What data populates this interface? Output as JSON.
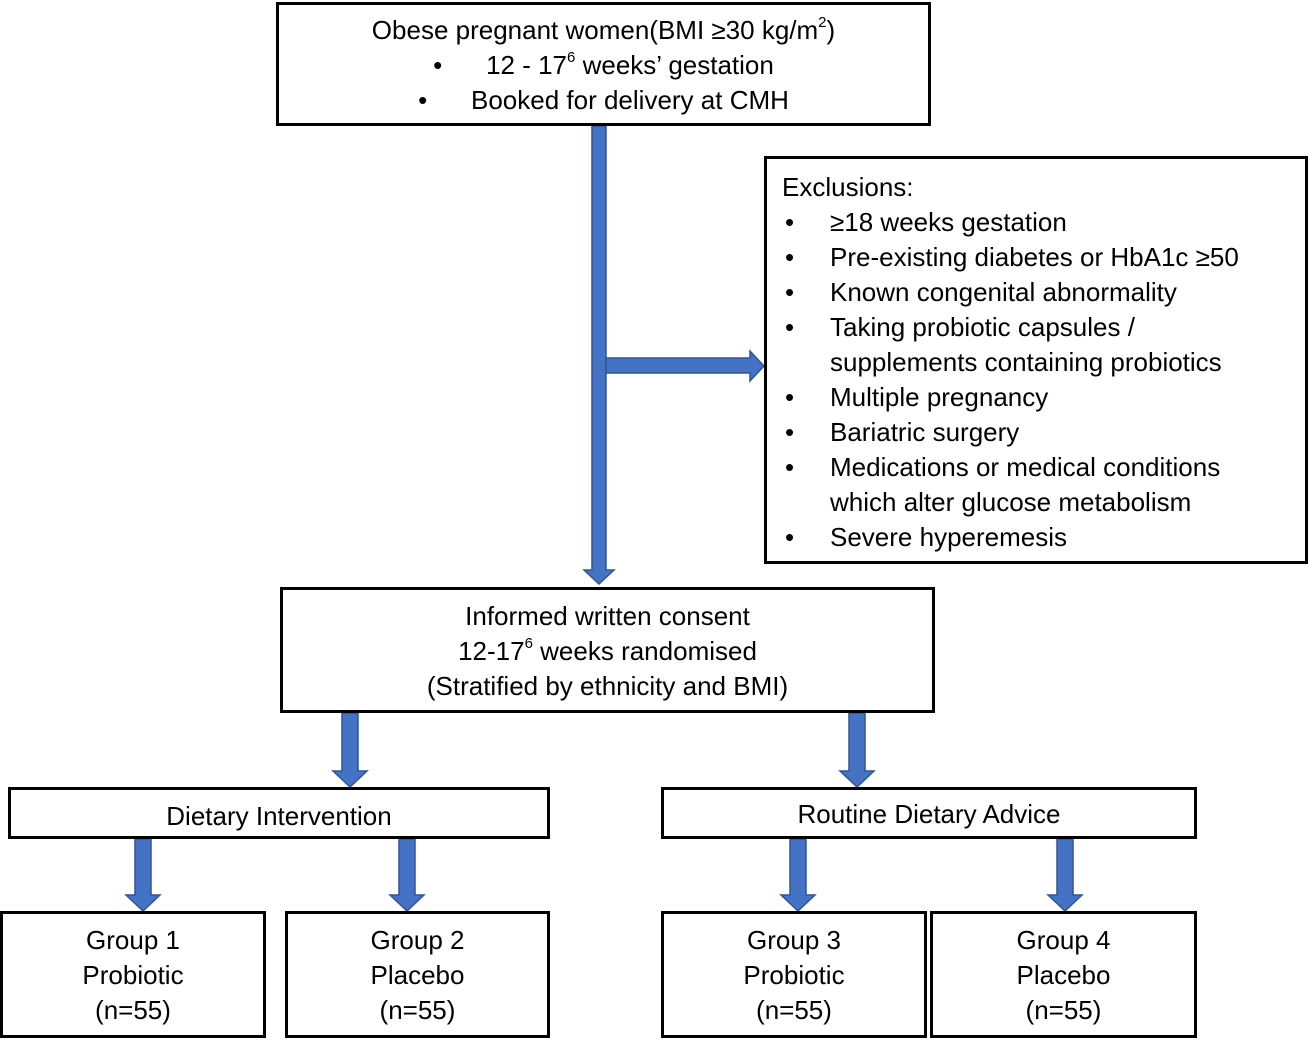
{
  "top_box": {
    "line1_prefix": "Obese pregnant women(BMI ≥30 kg/m",
    "line1_sup": "2",
    "line1_suffix": ")",
    "bullet1_prefix": "12 - 17",
    "bullet1_sup": "6",
    "bullet1_suffix": " weeks’ gestation",
    "bullet2": "Booked for delivery at CMH"
  },
  "exclusions": {
    "title": "Exclusions:",
    "items": [
      "≥18 weeks gestation",
      "Pre-existing diabetes or HbA1c ≥50",
      "Known congenital abnormality",
      "Taking probiotic capsules /",
      "Multiple pregnancy",
      "Bariatric surgery",
      "Medications or medical conditions",
      "Severe hyperemesis"
    ],
    "item4_cont": "supplements containing probiotics",
    "item7_cont": "which alter glucose metabolism",
    "bullet_char": "•"
  },
  "consent_box": {
    "line1": "Informed written consent",
    "line2_prefix": "12-17",
    "line2_sup": "6",
    "line2_suffix": " weeks randomised",
    "line3": "(Stratified by ethnicity and BMI)"
  },
  "arms": {
    "left": "Dietary Intervention",
    "right": "Routine Dietary Advice"
  },
  "groups": [
    {
      "title": "Group 1",
      "type": "Probiotic",
      "n": "(n=55)"
    },
    {
      "title": "Group 2",
      "type": "Placebo",
      "n": "(n=55)"
    },
    {
      "title": "Group 3",
      "type": "Probiotic",
      "n": "(n=55)"
    },
    {
      "title": "Group 4",
      "type": "Placebo",
      "n": "(n=55)"
    }
  ],
  "colors": {
    "arrow": "#4472C4",
    "arrow_edge": "#2F5597",
    "border": "#000000"
  }
}
